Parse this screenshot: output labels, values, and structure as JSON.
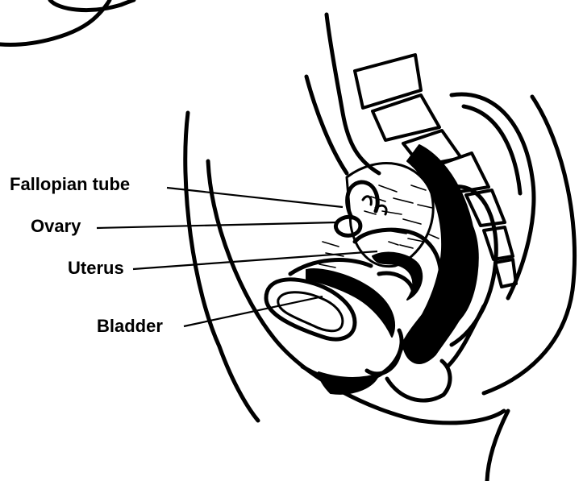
{
  "labels": {
    "fallopian_tube": "Fallopian tube",
    "ovary": "Ovary",
    "uterus": "Uterus",
    "bladder": "Bladder"
  }
}
